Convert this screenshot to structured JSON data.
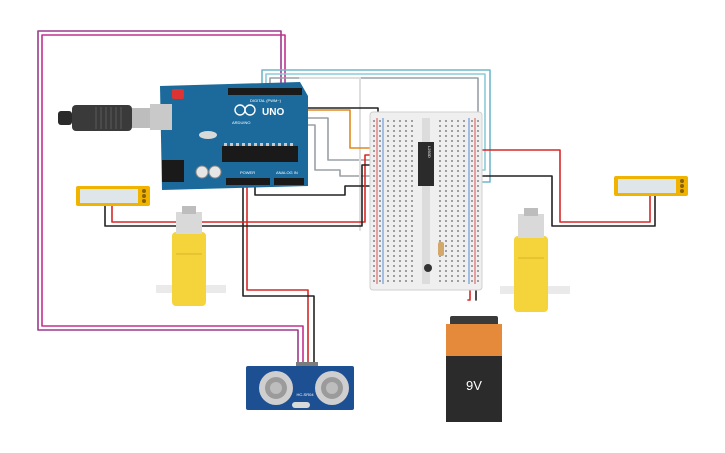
{
  "arduino": {
    "brand": "UNO",
    "logo_text": "ARDUINO",
    "digital_header": "DIGITAL (PWM~)",
    "power_label": "POWER",
    "analog_label": "ANALOG IN",
    "color": "#1c6a9b"
  },
  "breadboard": {
    "chip_label": "L293D"
  },
  "battery": {
    "label": "9V",
    "top_color": "#e58a3a",
    "body_color": "#2b2b2b"
  },
  "sensor": {
    "model": "HC-SR04",
    "color": "#1d4f93"
  },
  "wire_colors": {
    "red": "#d62828",
    "black": "#222222",
    "purple": "#9c3a8e",
    "magenta": "#c2308f",
    "teal": "#6fb7c9",
    "gray": "#9aa0a6",
    "orange": "#e08a20",
    "white": "#dedede"
  },
  "motor_color": "#f5d33b",
  "display_color": "#f0b400"
}
